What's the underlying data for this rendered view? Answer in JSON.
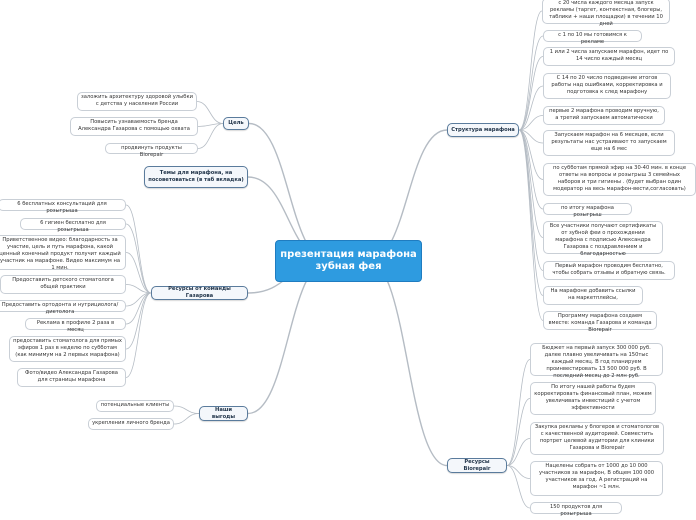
{
  "root": "презентация марафона зубная фея",
  "branches": {
    "goal": "Цель",
    "themes": "Темы для марафона, на посоветоваться (в таб вкладка)",
    "resources": "Ресурсы от команды Газарова",
    "outcome": "Наши выгоды",
    "structure": "Структура марафона",
    "biorepair": "Ресурсы Biorepair"
  },
  "goal": [
    "заложить архитектуру здоровой улыбки с детства у населения России",
    "Повысить узнаваемость бренда Александра Газарова с помощью охвата",
    "продвинуть продукты Biorepair"
  ],
  "resources": [
    "6 бесплатных консультаций для розыгрыша",
    "6 гигиен бесплатно для розыгрыша",
    "Приветственное видео: благодарность за участие, цель и путь марафона, какой ценный конечный продукт получит каждый участник на марафоне. Видео максимум на 1 мин.",
    "Предоставить детского стоматолога общей практики",
    "Предоставить ортодонта и нутрициолога/диетолога",
    "Реклама в профиле 2 раза в месяц",
    "предоставить стоматолога для прямых эфиров 1 раз в неделю по субботам (как минимум на 2 первых марафона)",
    "Фото/видео Александра Газарова для страницы марафона"
  ],
  "outcome": [
    "потенциальные клиенты",
    "укрепления личного бренда"
  ],
  "structure": [
    "с 20 числа каждого месяца запуск рекламы (таргет, контекстная, блогеры, таблики + наши площадки) в течении 10 дней",
    "с 1 по 10 мы готовимся к рекламе",
    "1 или 2 числа запускаем марафон, идет по 14 число каждый месяц",
    "С 14 по 20 число подведение итогов работы над ошибками, корректировка и подготовка к след марафону",
    "первые 2 марафона проводим вручную, а третий запускаем автоматически",
    "Запускаем марафон на 6 месяцев, если результаты нас устраивают то запускаем еще на 6 мес",
    "по субботам прямой эфир на 30-40 мин. в конце ответы на вопросы и розыгрыш 3 семейных наборов и три гигиены . (будет выбран один модератор на весь марафон-вести,согласовать)",
    "по итогу марафона розыгрыш",
    "Все участники получают сертификаты от зубной феи о прохождении марафона с подписью Александра Газарова с поздравлением и благодарностью",
    "Первый марафон проводим бесплатно, чтобы собрать отзывы и обратную связь.",
    "На марафоне добавить ссылки на маркетплейсы,",
    "Программу марафона создаем вместе: команда Газарова и команда Biorepair"
  ],
  "biorepair": [
    "Бюджет на первый запуск 300 000 руб. далее плавно увеличивать на 150тыс каждый месяц. В год планируем проинвестировать 13 500 000 руб. В последний месяц до 2 млн руб.",
    "По итогу нашей работы будем корректировать финансовый план, можем увеличивать инвестиций с учетом эффективности",
    "Закупка рекламы у блогеров и стоматологов с качественной аудиторией. Совместить портрет целевой аудитории для клиники Газарова и Biorepair",
    "Нацелены собрать от 1000 до 10 000 участников за марафон, В общем 100 000 участников за год. А регистраций на марафон ~1 млн.",
    "150 продуктов для розыгрыша"
  ],
  "colors": {
    "root": "#2e9be0",
    "branch_border": "#5a7b9c",
    "link": "#b5bcc4"
  }
}
